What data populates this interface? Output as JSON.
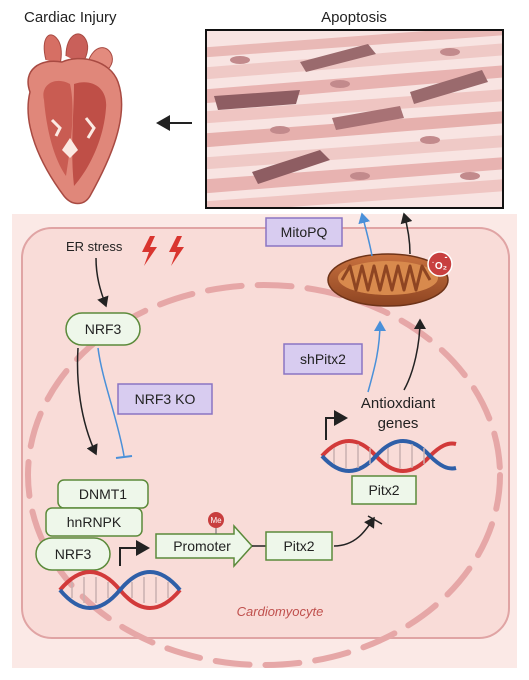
{
  "labels": {
    "cardiac_injury": "Cardiac Injury",
    "apoptosis": "Apoptosis",
    "er_stress": "ER stress",
    "nrf3_top": "NRF3",
    "nrf3_ko": "NRF3 KO",
    "mitopq": "MitoPQ",
    "shpitx2": "shPitx2",
    "antioxidant_line1": "Antioxdiant",
    "antioxidant_line2": "genes",
    "pitx2_upper": "Pitx2",
    "dnmt1": "DNMT1",
    "hnrnpk": "hnRNPK",
    "nrf3_complex": "NRF3",
    "me_mark": "Me",
    "promoter": "Promoter",
    "pitx2_lower": "Pitx2",
    "o2_superoxide": "O₂",
    "o2_dot": "·",
    "o2_charge": "-",
    "cardiomyocyte": "Cardiomyocyte"
  },
  "icons": {
    "heart": "heart-icon",
    "apoptosis_panel": "myocyte-tissue-image",
    "lightning": "lightning-icon",
    "mitochondrion": "mitochondrion-icon",
    "dna": "dna-helix-icon",
    "methyl": "methyl-mark-icon"
  },
  "colors": {
    "cell_fill": "#f9dcd8",
    "cell_border": "#e0a4a4",
    "nucleus_dash": "#e6a7a7",
    "green_box_fill": "#eef7ea",
    "green_box_stroke": "#5b8a3a",
    "purple_box_fill": "#d8ccf0",
    "purple_box_stroke": "#8a74c2",
    "inhibition_blue": "#4a90d9",
    "lightning_red": "#d9352f",
    "dna_red": "#d23a3a",
    "dna_blue": "#2f5fa8",
    "mito_fill": "#a5532a",
    "me_fill": "#c83e3e"
  }
}
